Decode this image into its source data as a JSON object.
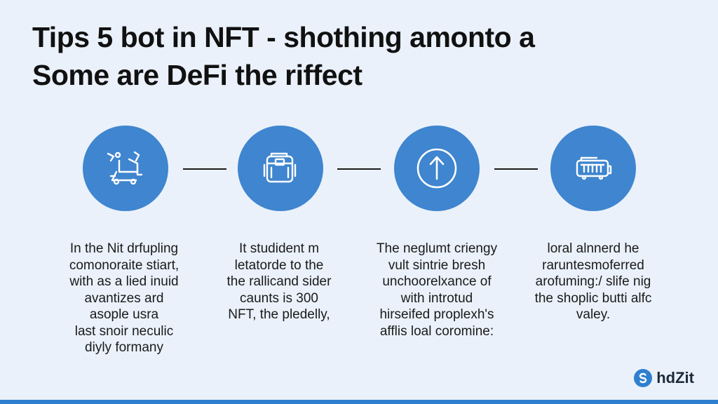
{
  "title": {
    "line1": "Tips 5 bot in NFT - shothing amonto a",
    "line2": "Some are DeFi the riffect"
  },
  "steps": [
    {
      "icon": "cart-robot-icon",
      "lines": [
        "In the Nit drfupling",
        "comonoraite stiart,",
        "with as a lied inuid",
        "avantizes ard",
        "asople usra",
        "last snoir neculic",
        "diyly formany"
      ]
    },
    {
      "icon": "wallet-icon",
      "lines": [
        "It studident m",
        "letatorde to the",
        "the rallicand sider",
        "caunts is 300",
        "NFT, the pledelly,"
      ]
    },
    {
      "icon": "up-arrow-icon",
      "lines": [
        "The neglumt criengy",
        "vult sintrie bresh",
        "unchoorelxance of",
        "with introtud",
        "hirseifed proplexh's",
        "afflis loal coromine:"
      ]
    },
    {
      "icon": "bus-icon",
      "lines": [
        "loral alnnerd he",
        "raruntesmoferred",
        "arofuming:/ slife nig",
        "the shoplic butti alfc",
        "valey."
      ]
    }
  ],
  "logo": {
    "text": "hdZit",
    "icon": "logo-s-icon"
  },
  "colors": {
    "background": "#eaf1fa",
    "accent": "#3f85cf",
    "text": "#111111"
  }
}
